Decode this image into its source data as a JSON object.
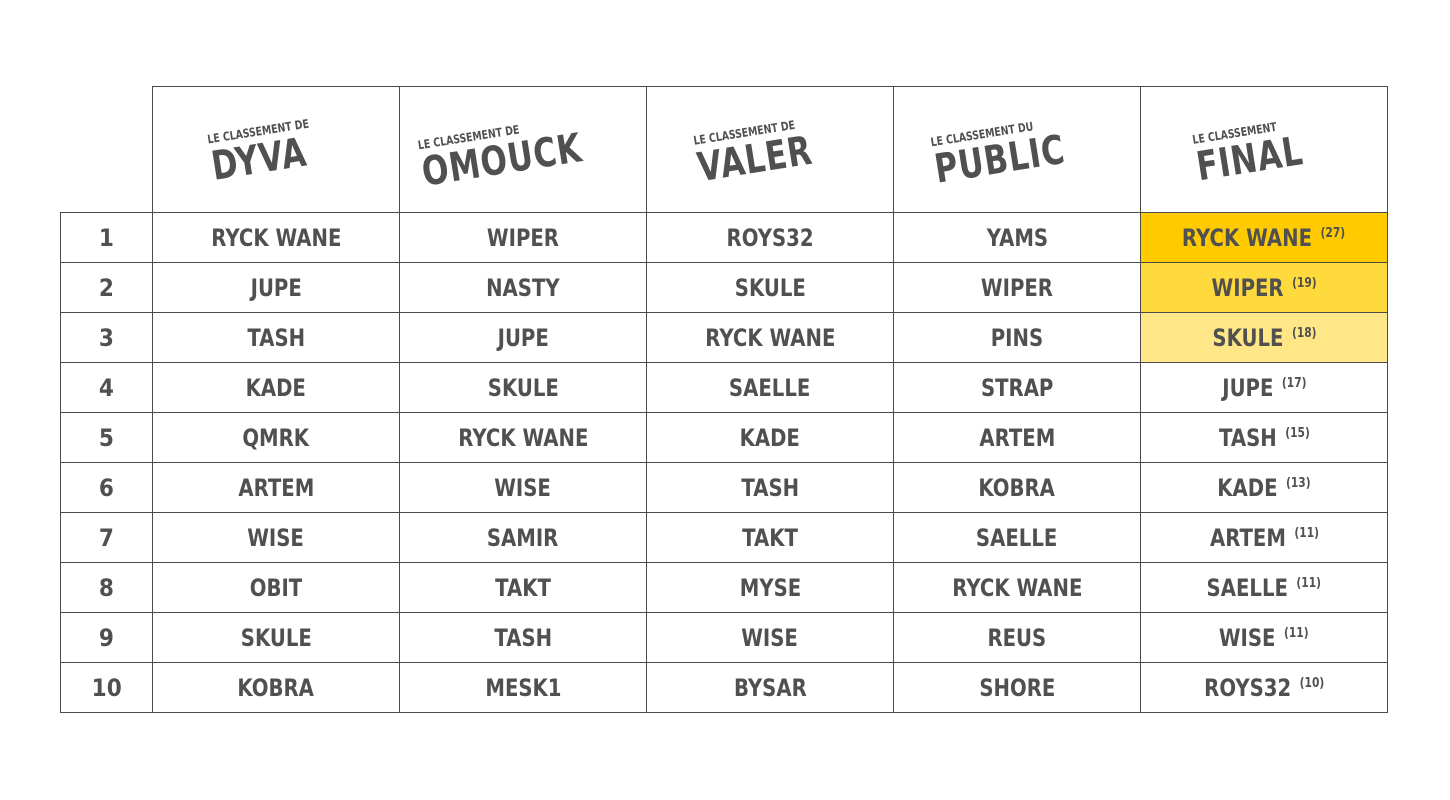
{
  "colors": {
    "text": "#505050",
    "border": "#4a4a4a",
    "first_place": "#ffcb00",
    "second_place": "#ffda3d",
    "third_place": "#ffe787"
  },
  "headers": [
    {
      "small": "LE CLASSEMENT DE",
      "big": "DYVA"
    },
    {
      "small": "LE CLASSEMENT DE",
      "big": "OMOUCK"
    },
    {
      "small": "LE CLASSEMENT DE",
      "big": "VALER"
    },
    {
      "small": "LE CLASSEMENT DU",
      "big": "PUBLIC"
    },
    {
      "small": "LE CLASSEMENT",
      "big": "FINAL"
    }
  ],
  "rows": [
    {
      "rank": "1",
      "dyva": "RYCK WANE",
      "omouck": "WIPER",
      "valer": "ROYS32",
      "public": "YAMS",
      "final_name": "RYCK WANE",
      "final_points": "(27)"
    },
    {
      "rank": "2",
      "dyva": "JUPE",
      "omouck": "NASTY",
      "valer": "SKULE",
      "public": "WIPER",
      "final_name": "WIPER",
      "final_points": "(19)"
    },
    {
      "rank": "3",
      "dyva": "TASH",
      "omouck": "JUPE",
      "valer": "RYCK WANE",
      "public": "PINS",
      "final_name": "SKULE",
      "final_points": "(18)"
    },
    {
      "rank": "4",
      "dyva": "KADE",
      "omouck": "SKULE",
      "valer": "SAELLE",
      "public": "STRAP",
      "final_name": "JUPE",
      "final_points": "(17)"
    },
    {
      "rank": "5",
      "dyva": "QMRK",
      "omouck": "RYCK WANE",
      "valer": "KADE",
      "public": "ARTEM",
      "final_name": "TASH",
      "final_points": "(15)"
    },
    {
      "rank": "6",
      "dyva": "ARTEM",
      "omouck": "WISE",
      "valer": "TASH",
      "public": "KOBRA",
      "final_name": "KADE",
      "final_points": "(13)"
    },
    {
      "rank": "7",
      "dyva": "WISE",
      "omouck": "SAMIR",
      "valer": "TAKT",
      "public": "SAELLE",
      "final_name": "ARTEM",
      "final_points": "(11)"
    },
    {
      "rank": "8",
      "dyva": "OBIT",
      "omouck": "TAKT",
      "valer": "MYSE",
      "public": "RYCK WANE",
      "final_name": "SAELLE",
      "final_points": "(11)"
    },
    {
      "rank": "9",
      "dyva": "SKULE",
      "omouck": "TASH",
      "valer": "WISE",
      "public": "REUS",
      "final_name": "WISE",
      "final_points": "(11)"
    },
    {
      "rank": "10",
      "dyva": "KOBRA",
      "omouck": "MESK1",
      "valer": "BYSAR",
      "public": "SHORE",
      "final_name": "ROYS32",
      "final_points": "(10)"
    }
  ]
}
